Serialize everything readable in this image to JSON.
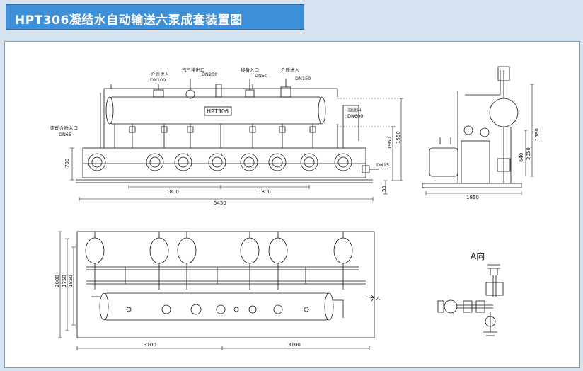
{
  "title": "HPT306凝结水自动输送六泵成套装置图",
  "front_view": {
    "tank_label": "HPT306",
    "labels": {
      "medium_in_1": "介质进入",
      "steam_exhaust": "汽气排出口",
      "drive_in": "驱动介质入口",
      "drive_dn": "DN65",
      "dn100": "DN100",
      "dn200": "DN200",
      "backup_in": "接备入口",
      "dn50": "DN50",
      "medium_in_2": "介质进入",
      "dn150": "DN150",
      "overflow": "溢流口",
      "overflow_dn": "DN600",
      "outlet_dn": "DN15"
    },
    "dims": {
      "height_700": "700",
      "span1": "1800",
      "span2": "1800",
      "total_len": "5450",
      "h1960": "1960",
      "h1550": "1550",
      "h55": "55"
    }
  },
  "side_view": {
    "dims": {
      "h1580": "1580",
      "h640": "640",
      "h2050": "2050",
      "w1850": "1850"
    }
  },
  "top_view": {
    "dims": {
      "h2000": "2000",
      "h1750": "1750",
      "h1850": "1850",
      "w1": "3100",
      "w2": "3100"
    },
    "arrow_label": "A"
  },
  "detail_view": {
    "label": "A向"
  },
  "colors": {
    "title_bg": "#3d8fd8",
    "frame_bg": "#d6e4f1",
    "line": "#111111"
  }
}
